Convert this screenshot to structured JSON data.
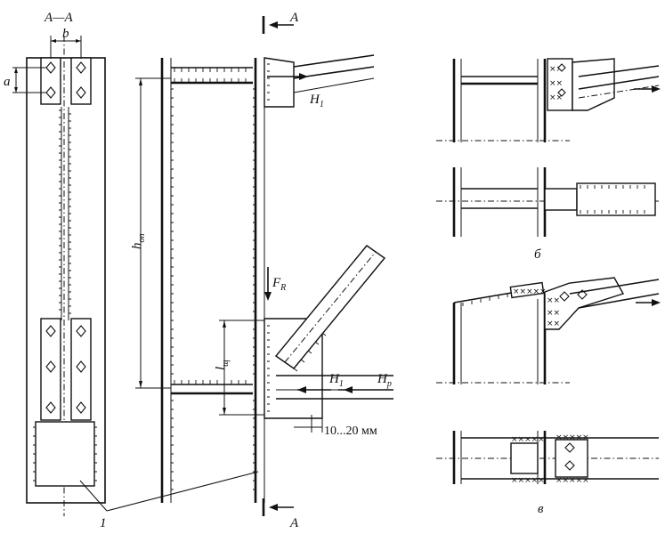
{
  "labels": {
    "section_title": "A—A",
    "dim_b": "b",
    "dim_a": "a",
    "section_mark_top": "A",
    "section_mark_bottom": "A",
    "h_main": "h",
    "h_sub": "оп",
    "l_main": "l",
    "l_sub": "щ",
    "force_H1_top_main": "H",
    "force_H1_top_sub": "1",
    "force_FR_main": "F",
    "force_FR_sub": "R",
    "force_H1_mid_main": "H",
    "force_H1_mid_sub": "1",
    "force_Hp_main": "H",
    "force_Hp_sub": "р",
    "gap_dim": "10...20 мм",
    "leader_number": "1",
    "variant_b": "б",
    "variant_v": "в"
  }
}
